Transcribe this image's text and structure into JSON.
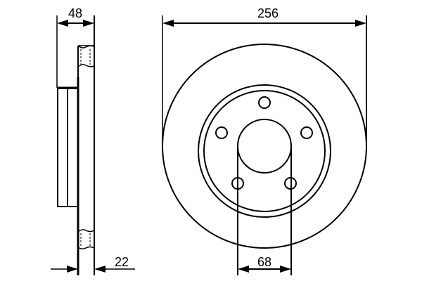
{
  "drawing": {
    "title": "Brake disc technical drawing",
    "line_color": "#000000",
    "background": "#ffffff"
  },
  "dimensions": {
    "total_thickness": {
      "label": "48",
      "value": 48
    },
    "disc_thickness": {
      "label": "22",
      "value": 22
    },
    "outer_diameter": {
      "label": "256",
      "value": 256
    },
    "center_bore": {
      "label": "68",
      "value": 68
    }
  },
  "views": {
    "side_view": {
      "name": "side profile"
    },
    "front_view": {
      "name": "front view",
      "bolt_holes": 5
    }
  }
}
